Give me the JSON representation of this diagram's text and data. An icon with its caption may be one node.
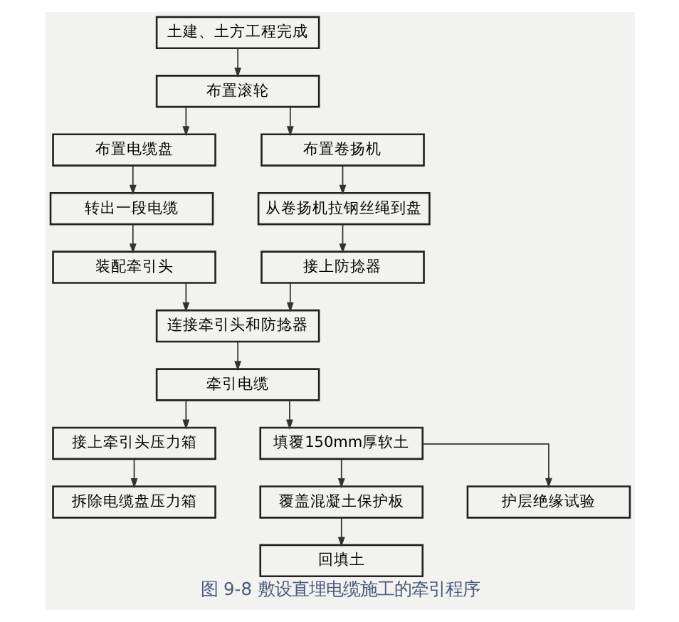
{
  "diagram": {
    "caption": "图 9-8 敷设直埋电缆施工的牵引程序",
    "nodes": [
      {
        "text": [
          "土建、土方工程完成"
        ]
      },
      {
        "text": [
          "布置滚轮"
        ]
      },
      {
        "text": [
          "布置电缆盘"
        ]
      },
      {
        "text": [
          "转出一段电缆"
        ]
      },
      {
        "text": [
          "装配牵引头"
        ]
      },
      {
        "text": [
          "布置卷扬机"
        ]
      },
      {
        "text": [
          "从卷扬机拉钢丝绳到盘"
        ]
      },
      {
        "text": [
          "接上防捻器"
        ]
      },
      {
        "text": [
          "连接牵引头和防捻器"
        ]
      },
      {
        "text": [
          "牵引电缆"
        ]
      },
      {
        "text": [
          "接上牵引头压力箱"
        ]
      },
      {
        "text": [
          "拆除电缆盘压力箱"
        ]
      },
      {
        "text": [
          "填覆150mm厚软土"
        ]
      },
      {
        "text": [
          "覆盖混凝土保护板"
        ]
      },
      {
        "text": [
          "护层绝缘试验"
        ]
      },
      {
        "text": [
          "回填土"
        ]
      }
    ],
    "edges": [
      {
        "from": 0,
        "to": 1,
        "arrow": "to"
      },
      {
        "from": 1,
        "to": 2,
        "arrow": "to"
      },
      {
        "from": 1,
        "to": 5,
        "arrow": "to"
      },
      {
        "from": 2,
        "to": 3,
        "arrow": "to"
      },
      {
        "from": 3,
        "to": 4,
        "arrow": "to"
      },
      {
        "from": 5,
        "to": 6,
        "arrow": "to"
      },
      {
        "from": 6,
        "to": 7,
        "arrow": "to"
      },
      {
        "from": 4,
        "to": 8,
        "arrow": "to"
      },
      {
        "from": 7,
        "to": 8,
        "arrow": "to"
      },
      {
        "from": 8,
        "to": 9,
        "arrow": "to"
      },
      {
        "from": 9,
        "to": 10,
        "arrow": "to"
      },
      {
        "from": 9,
        "to": 12,
        "arrow": "to"
      },
      {
        "from": 10,
        "to": 11,
        "arrow": "to"
      },
      {
        "from": 12,
        "to": 13,
        "arrow": "to"
      },
      {
        "from": 12,
        "to": 14,
        "arrow": "to"
      },
      {
        "from": 13,
        "to": 15,
        "arrow": "to"
      }
    ]
  }
}
